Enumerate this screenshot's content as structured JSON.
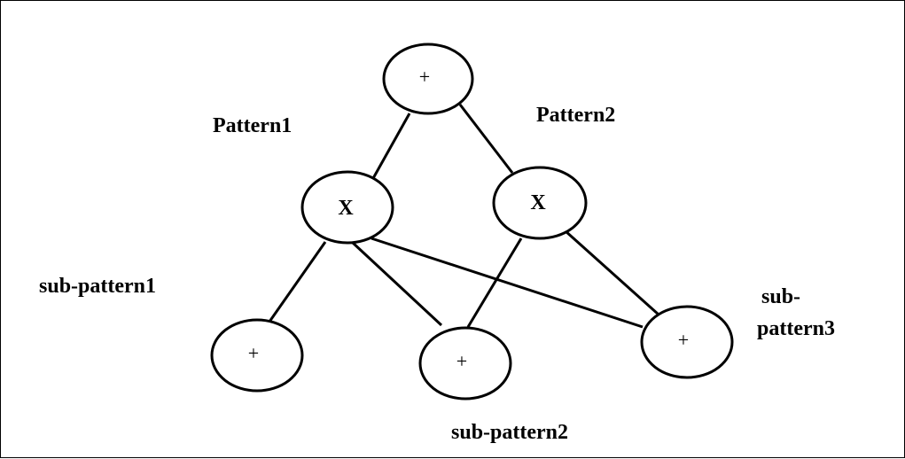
{
  "diagram": {
    "nodes": [
      {
        "id": "root",
        "text": "+"
      },
      {
        "id": "x1",
        "text": "X"
      },
      {
        "id": "x2",
        "text": "X"
      },
      {
        "id": "leaf1",
        "text": "+"
      },
      {
        "id": "leaf2",
        "text": "+"
      },
      {
        "id": "leaf3",
        "text": "+"
      }
    ],
    "edges": [
      [
        "root",
        "x1"
      ],
      [
        "root",
        "x2"
      ],
      [
        "x1",
        "leaf1"
      ],
      [
        "x1",
        "leaf2"
      ],
      [
        "x1",
        "leaf3"
      ],
      [
        "x2",
        "leaf2"
      ],
      [
        "x2",
        "leaf3"
      ]
    ],
    "labels": {
      "pattern1": "Pattern1",
      "pattern2": "Pattern2",
      "sub_pattern1": "sub-pattern1",
      "sub_pattern2": "sub-pattern2",
      "sub_pattern3_line1": "sub-",
      "sub_pattern3_line2": "pattern3"
    }
  }
}
